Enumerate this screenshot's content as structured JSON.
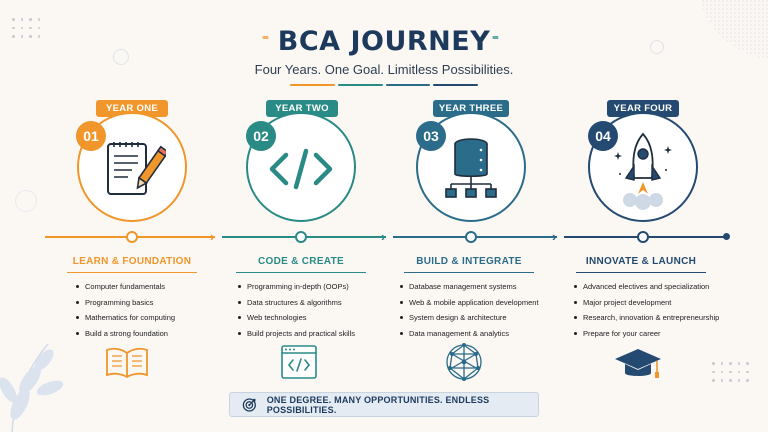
{
  "header": {
    "title": "BCA JOURNEY",
    "subtitle": "Four Years. One Goal. Limitless Possibilities.",
    "underline_colors": [
      "#f0962b",
      "#2a8a86",
      "#2a6c8a",
      "#244a72"
    ]
  },
  "colors": {
    "orange": "#f0962b",
    "teal": "#2a8a86",
    "steel": "#2a6c8a",
    "navy": "#244a72"
  },
  "stages": [
    {
      "year": "YEAR ONE",
      "number": "01",
      "icon": "notepad-pencil-icon",
      "title": "LEARN & FOUNDATION",
      "items": [
        "Computer fundamentals",
        "Programming basics",
        "Mathematics for computing",
        "Build a strong foundation"
      ],
      "bottom_icon": "open-book-icon"
    },
    {
      "year": "YEAR TWO",
      "number": "02",
      "icon": "code-brackets-icon",
      "title": "CODE & CREATE",
      "items": [
        "Programming in-depth (OOPs)",
        "Data structures & algorithms",
        "Web technologies",
        "Build projects and practical skills"
      ],
      "bottom_icon": "code-window-icon"
    },
    {
      "year": "YEAR THREE",
      "number": "03",
      "icon": "database-network-icon",
      "title": "BUILD & INTEGRATE",
      "items": [
        "Database management systems",
        "Web & mobile application development",
        "System design & architecture",
        "Data management & analytics"
      ],
      "bottom_icon": "network-globe-icon"
    },
    {
      "year": "YEAR FOUR",
      "number": "04",
      "icon": "rocket-launch-icon",
      "title": "INNOVATE & LAUNCH",
      "items": [
        "Advanced electives and specialization",
        "Major project development",
        "Research, innovation & entrepreneurship",
        "Prepare for your career"
      ],
      "bottom_icon": "graduation-cap-icon"
    }
  ],
  "footer": {
    "text": "ONE DEGREE. MANY OPPORTUNITIES. ENDLESS POSSIBILITIES.",
    "icon": "target-icon"
  }
}
